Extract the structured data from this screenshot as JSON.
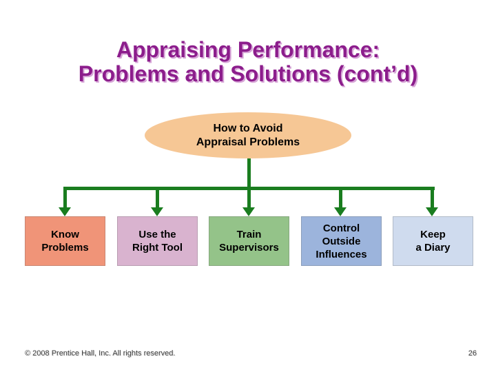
{
  "colors": {
    "title-color": "#8C1D8C",
    "title-shadow": "#D7A6D7",
    "connector-green": "#1A7D1F",
    "ellipse-fill": "#F6C795",
    "footer-color": "#3C3C3C"
  },
  "title": {
    "line1": "Appraising Performance:",
    "line2": "Problems and Solutions (cont’d)"
  },
  "diagram": {
    "root": {
      "label": "How to Avoid\nAppraisal Problems"
    },
    "nodes": [
      {
        "label": "Know\nProblems",
        "fill": "#F09478"
      },
      {
        "label": "Use the\nRight Tool",
        "fill": "#D9B3CF"
      },
      {
        "label": "Train\nSupervisors",
        "fill": "#94C389"
      },
      {
        "label": "Control\nOutside\nInfluences",
        "fill": "#9CB4DC"
      },
      {
        "label": "Keep\na Diary",
        "fill": "#CFDBEE"
      }
    ]
  },
  "footer": {
    "copyright": "© 2008 Prentice Hall, Inc. All rights reserved.",
    "page_number": "26"
  }
}
